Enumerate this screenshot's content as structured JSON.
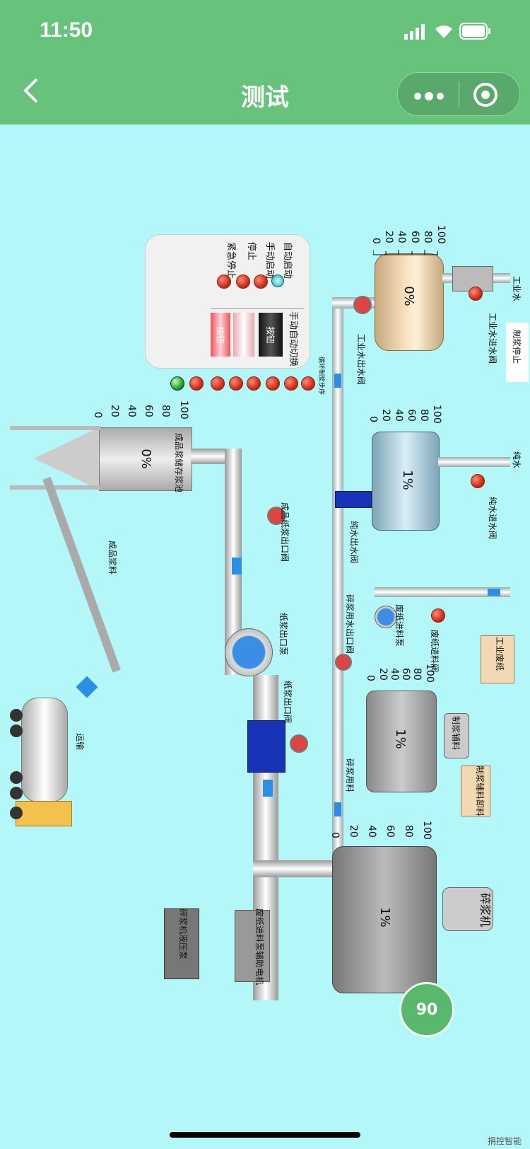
{
  "status": {
    "time": "11:50"
  },
  "nav": {
    "title": "测试"
  },
  "control_panel": {
    "auto_start": "自动启动",
    "manual_start": "手动启动",
    "stop": "停止",
    "emergency_stop": "紧急停止",
    "switch_label": "手动自动切换",
    "button_label": "按钮"
  },
  "lamps_label": "循环制浆步序",
  "tanks": {
    "industrial_water": {
      "percent": "0%",
      "scale": [
        "0",
        "20",
        "40",
        "60",
        "80",
        "100"
      ]
    },
    "pure_water": {
      "percent": "1%",
      "scale": [
        "0",
        "20",
        "40",
        "60",
        "80",
        "100"
      ]
    },
    "finished_storage": {
      "percent": "0%",
      "label": "成品浆储存浆池",
      "scale": [
        "0",
        "20",
        "40",
        "60",
        "80",
        "100"
      ]
    },
    "pulp_mixer": {
      "percent": "1%",
      "scale": [
        "0",
        "20",
        "40",
        "60",
        "80",
        "100"
      ]
    },
    "pulper": {
      "percent": "1%",
      "scale": [
        "0",
        "20",
        "40",
        "60",
        "80",
        "100"
      ]
    }
  },
  "labels": {
    "industrial_water": "工业水",
    "industrial_water_inlet": "工业水进水阀",
    "industrial_water_outlet": "工业水出水阀",
    "pulping_stop": "制浆停止",
    "pure_water": "纯水",
    "pure_water_inlet": "纯水进水阀",
    "pure_water_outlet": "纯水出水阀",
    "finished_outlet_valve": "成品纸浆出口阀",
    "finished_material": "成品浆料",
    "pulp_outlet_pump": "纸浆出口泵",
    "pulp_outlet_valve": "纸浆出口阀",
    "transport": "运输",
    "pulper_water_outlet": "碎浆用水出口阀",
    "waste_paper_feed_pump": "废纸进料泵",
    "waste_paper_feed_valve": "废纸进料阀",
    "industrial_waste_paper": "工业废纸",
    "pulping_aux": "制浆辅料",
    "pulping_aux_unload": "制浆辅料卸料",
    "pulper_material": "碎浆用料",
    "pulper": "碎浆机",
    "pulper_hydraulic_pump": "碎浆机液压泵",
    "waste_paper_aux_motor": "废纸进料泵辅助电机"
  },
  "rotate_badge": "90",
  "watermark": "捐控智能"
}
